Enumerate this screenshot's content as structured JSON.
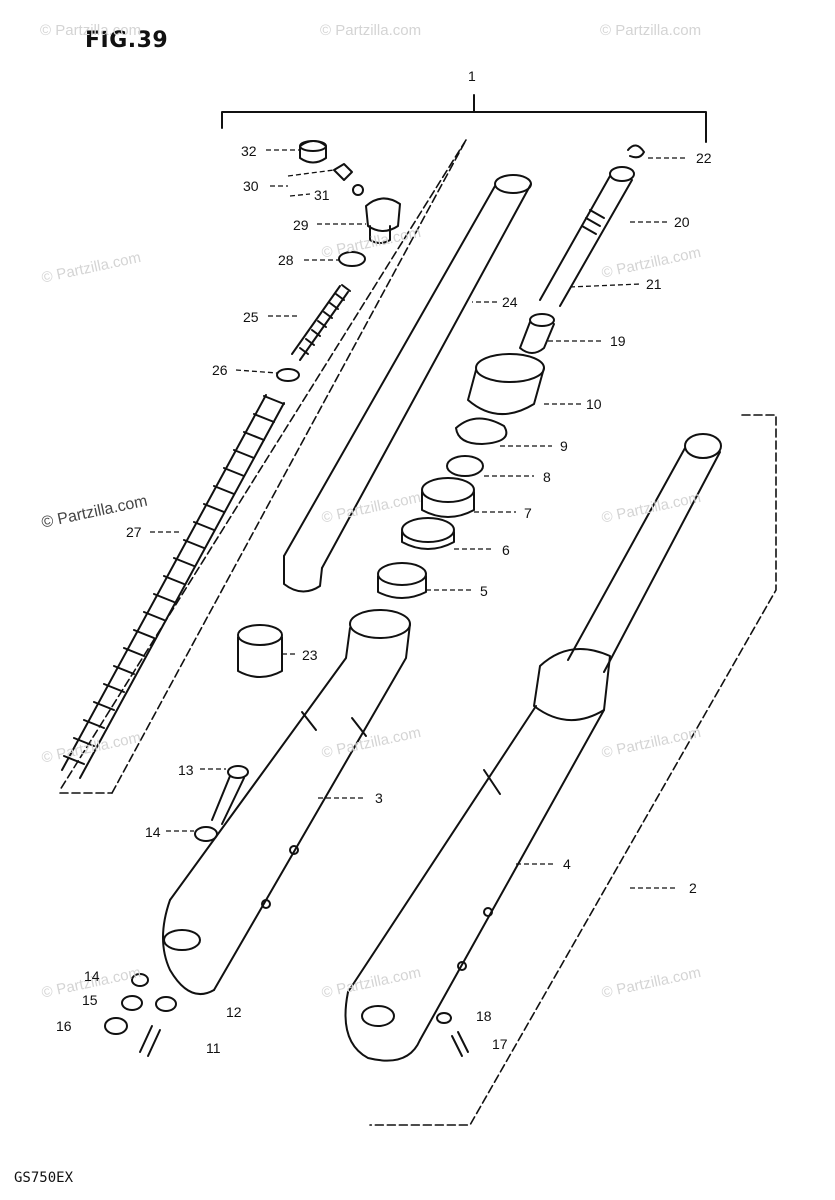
{
  "figure": {
    "title": "FIG.39",
    "model": "GS750EX"
  },
  "watermark": "© Partzilla.com",
  "callouts": [
    {
      "id": "c1",
      "text": "1"
    },
    {
      "id": "c2",
      "text": "2"
    },
    {
      "id": "c3",
      "text": "3"
    },
    {
      "id": "c4",
      "text": "4"
    },
    {
      "id": "c5",
      "text": "5"
    },
    {
      "id": "c6",
      "text": "6"
    },
    {
      "id": "c7",
      "text": "7"
    },
    {
      "id": "c8",
      "text": "8"
    },
    {
      "id": "c9",
      "text": "9"
    },
    {
      "id": "c10",
      "text": "10"
    },
    {
      "id": "c11",
      "text": "11"
    },
    {
      "id": "c12",
      "text": "12"
    },
    {
      "id": "c13",
      "text": "13"
    },
    {
      "id": "c14a",
      "text": "14"
    },
    {
      "id": "c14b",
      "text": "14"
    },
    {
      "id": "c15",
      "text": "15"
    },
    {
      "id": "c16",
      "text": "16"
    },
    {
      "id": "c17",
      "text": "17"
    },
    {
      "id": "c18",
      "text": "18"
    },
    {
      "id": "c19",
      "text": "19"
    },
    {
      "id": "c20",
      "text": "20"
    },
    {
      "id": "c21",
      "text": "21"
    },
    {
      "id": "c22",
      "text": "22"
    },
    {
      "id": "c23",
      "text": "23"
    },
    {
      "id": "c24",
      "text": "24"
    },
    {
      "id": "c25",
      "text": "25"
    },
    {
      "id": "c26",
      "text": "26"
    },
    {
      "id": "c27",
      "text": "27"
    },
    {
      "id": "c28",
      "text": "28"
    },
    {
      "id": "c29",
      "text": "29"
    },
    {
      "id": "c30",
      "text": "30"
    },
    {
      "id": "c31",
      "text": "31"
    },
    {
      "id": "c32",
      "text": "32"
    }
  ]
}
